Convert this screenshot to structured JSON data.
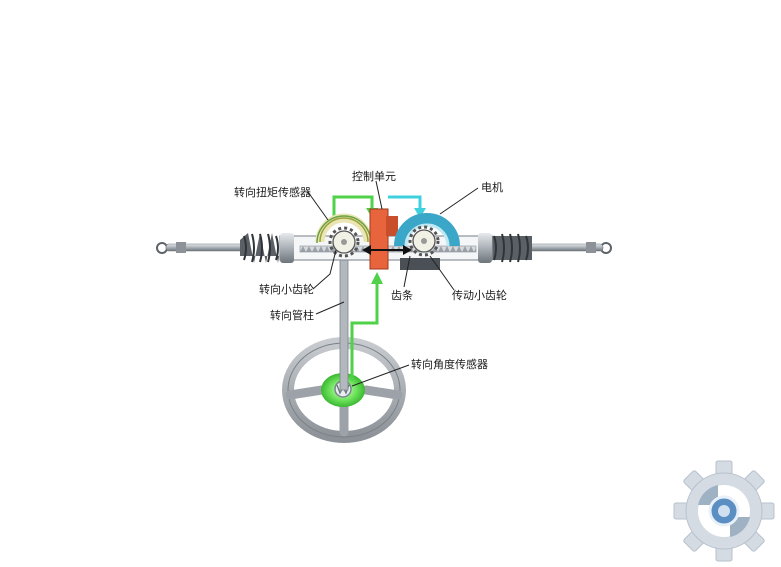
{
  "labels": {
    "torque_sensor": "转向扭矩传感器",
    "control_unit": "控制单元",
    "motor": "电机",
    "steering_pinion": "转向小齿轮",
    "rack": "齿条",
    "drive_pinion": "传动小齿轮",
    "steering_column": "转向管柱",
    "angle_sensor": "转向角度传感器"
  },
  "colors": {
    "signal_green": "#4fd24a",
    "signal_cyan": "#3fd0e0",
    "control_unit": "#e8643c",
    "motor": "#3aa6c8",
    "metal": "#9aa1a8",
    "metal_dark": "#5c6369",
    "rack": "#c9ced3",
    "gear": "#f1f1e6"
  },
  "icons": {
    "watermark": "gear-logo-icon",
    "wheel_hub": "vw-logo-icon"
  }
}
